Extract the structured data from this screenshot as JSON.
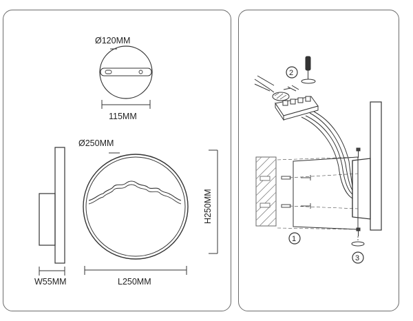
{
  "left_panel": {
    "mount_plate": {
      "diameter_label": "Ø120MM",
      "hole_spacing_label": "115MM"
    },
    "lamp": {
      "diameter_label": "Ø250MM",
      "depth_label": "W55MM",
      "length_label": "L250MM",
      "height_label": "H250MM"
    }
  },
  "right_panel": {
    "steps": [
      "1",
      "2",
      "3"
    ]
  }
}
